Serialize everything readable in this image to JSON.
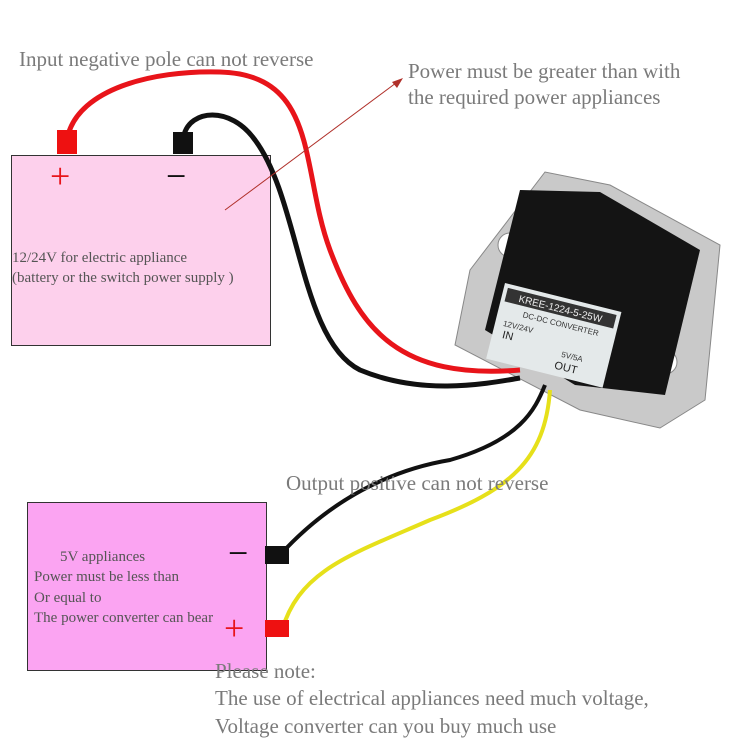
{
  "annotations": {
    "input_warning": "Input negative pole can not reverse",
    "power_note_line1": "Power must be greater than with",
    "power_note_line2": "the required power appliances",
    "output_warning": "Output positive can not reverse",
    "please_note": "Please note:",
    "note_line1": "The use of electrical appliances need much voltage,",
    "note_line2": "Voltage converter can you buy much use"
  },
  "source_box": {
    "line1": "12/24V for electric appliance",
    "line2": "(battery or the switch power supply )",
    "plus": "+",
    "minus": "−",
    "color": "#fdd0ec"
  },
  "load_box": {
    "line1": "5V appliances",
    "line2": "Power must be less than",
    "line3": "Or equal to",
    "line4": "The power converter can bear",
    "plus": "+",
    "minus": "−",
    "color": "#fba4f2"
  },
  "converter": {
    "model": "KREE-1224-5-25W",
    "type": "DC-DC CONVERTER",
    "input_voltage": "12V/24V",
    "input_label": "IN",
    "output_rating": "5V/5A",
    "output_label": "OUT"
  },
  "colors": {
    "red_wire": "#e8141a",
    "black_wire": "#111111",
    "yellow_wire": "#e6e01a",
    "annotation_arrow": "#b0302a"
  }
}
